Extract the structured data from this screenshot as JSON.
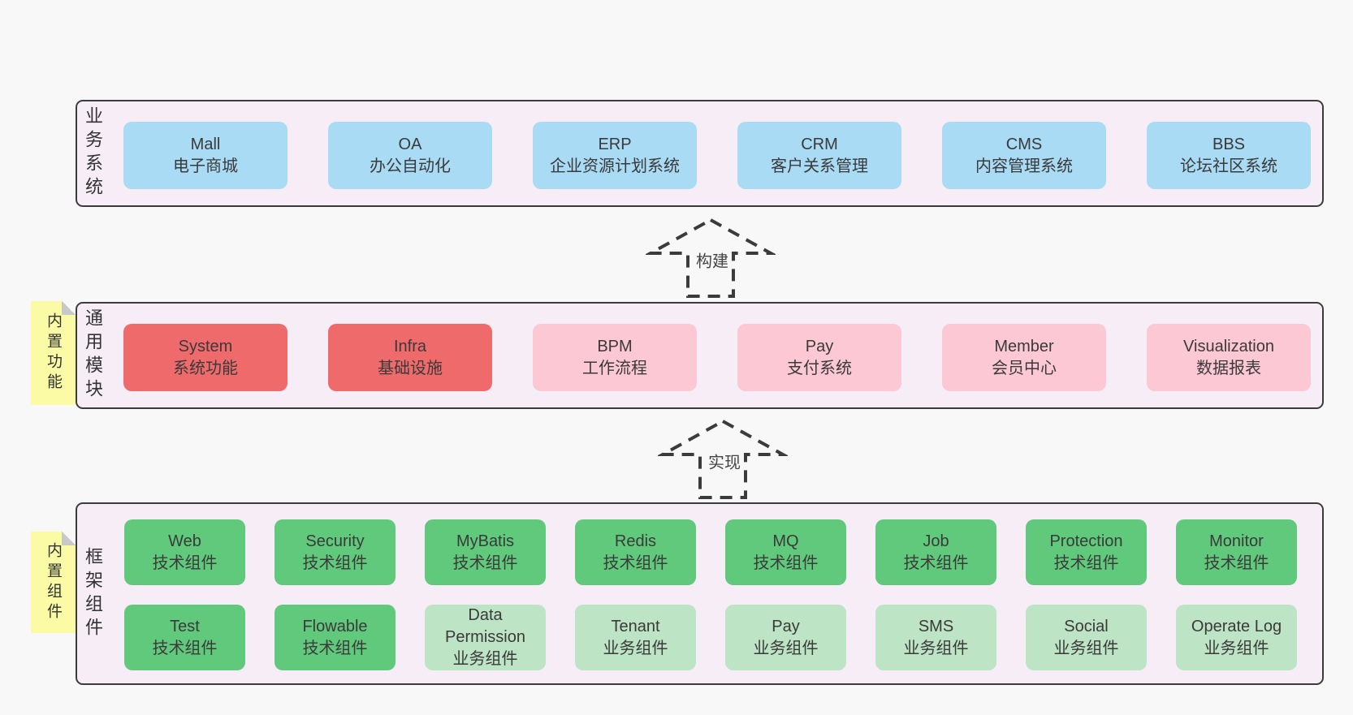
{
  "colors": {
    "page_bg": "#f8f8f8",
    "section_bg": "#f7edf7",
    "section_border": "#3c3c3c",
    "blue_box": "#a9dbf4",
    "red_box": "#ee6a6b",
    "pink_box": "#fbc8d3",
    "green_box": "#61c97c",
    "lightgreen_box": "#bce4c5",
    "note_bg": "#fbfba5",
    "note_fold": "#c8c8c8",
    "text": "#3a3a3a"
  },
  "arrows": [
    {
      "label": "构建"
    },
    {
      "label": "实现"
    }
  ],
  "sections": {
    "business": {
      "label": "业务系统",
      "boxes": [
        {
          "en": "Mall",
          "zh": "电子商城"
        },
        {
          "en": "OA",
          "zh": "办公自动化"
        },
        {
          "en": "ERP",
          "zh": "企业资源计划系统"
        },
        {
          "en": "CRM",
          "zh": "客户关系管理"
        },
        {
          "en": "CMS",
          "zh": "内容管理系统"
        },
        {
          "en": "BBS",
          "zh": "论坛社区系统"
        }
      ]
    },
    "modules": {
      "label": "通用模块",
      "note": "内置功能",
      "boxes": [
        {
          "en": "System",
          "zh": "系统功能",
          "variant": "red"
        },
        {
          "en": "Infra",
          "zh": "基础设施",
          "variant": "red"
        },
        {
          "en": "BPM",
          "zh": "工作流程",
          "variant": "pink"
        },
        {
          "en": "Pay",
          "zh": "支付系统",
          "variant": "pink"
        },
        {
          "en": "Member",
          "zh": "会员中心",
          "variant": "pink"
        },
        {
          "en": "Visualization",
          "zh": "数据报表",
          "variant": "pink"
        }
      ]
    },
    "components": {
      "label": "框架组件",
      "note": "内置组件",
      "row1": [
        {
          "en": "Web",
          "zh": "技术组件",
          "variant": "green"
        },
        {
          "en": "Security",
          "zh": "技术组件",
          "variant": "green"
        },
        {
          "en": "MyBatis",
          "zh": "技术组件",
          "variant": "green"
        },
        {
          "en": "Redis",
          "zh": "技术组件",
          "variant": "green"
        },
        {
          "en": "MQ",
          "zh": "技术组件",
          "variant": "green"
        },
        {
          "en": "Job",
          "zh": "技术组件",
          "variant": "green"
        },
        {
          "en": "Protection",
          "zh": "技术组件",
          "variant": "green"
        },
        {
          "en": "Monitor",
          "zh": "技术组件",
          "variant": "green"
        }
      ],
      "row2": [
        {
          "en": "Test",
          "zh": "技术组件",
          "variant": "green"
        },
        {
          "en": "Flowable",
          "zh": "技术组件",
          "variant": "green"
        },
        {
          "en": "Data Permission",
          "zh": "业务组件",
          "variant": "lightgreen"
        },
        {
          "en": "Tenant",
          "zh": "业务组件",
          "variant": "lightgreen"
        },
        {
          "en": "Pay",
          "zh": "业务组件",
          "variant": "lightgreen"
        },
        {
          "en": "SMS",
          "zh": "业务组件",
          "variant": "lightgreen"
        },
        {
          "en": "Social",
          "zh": "业务组件",
          "variant": "lightgreen"
        },
        {
          "en": "Operate Log",
          "zh": "业务组件",
          "variant": "lightgreen"
        }
      ]
    }
  }
}
